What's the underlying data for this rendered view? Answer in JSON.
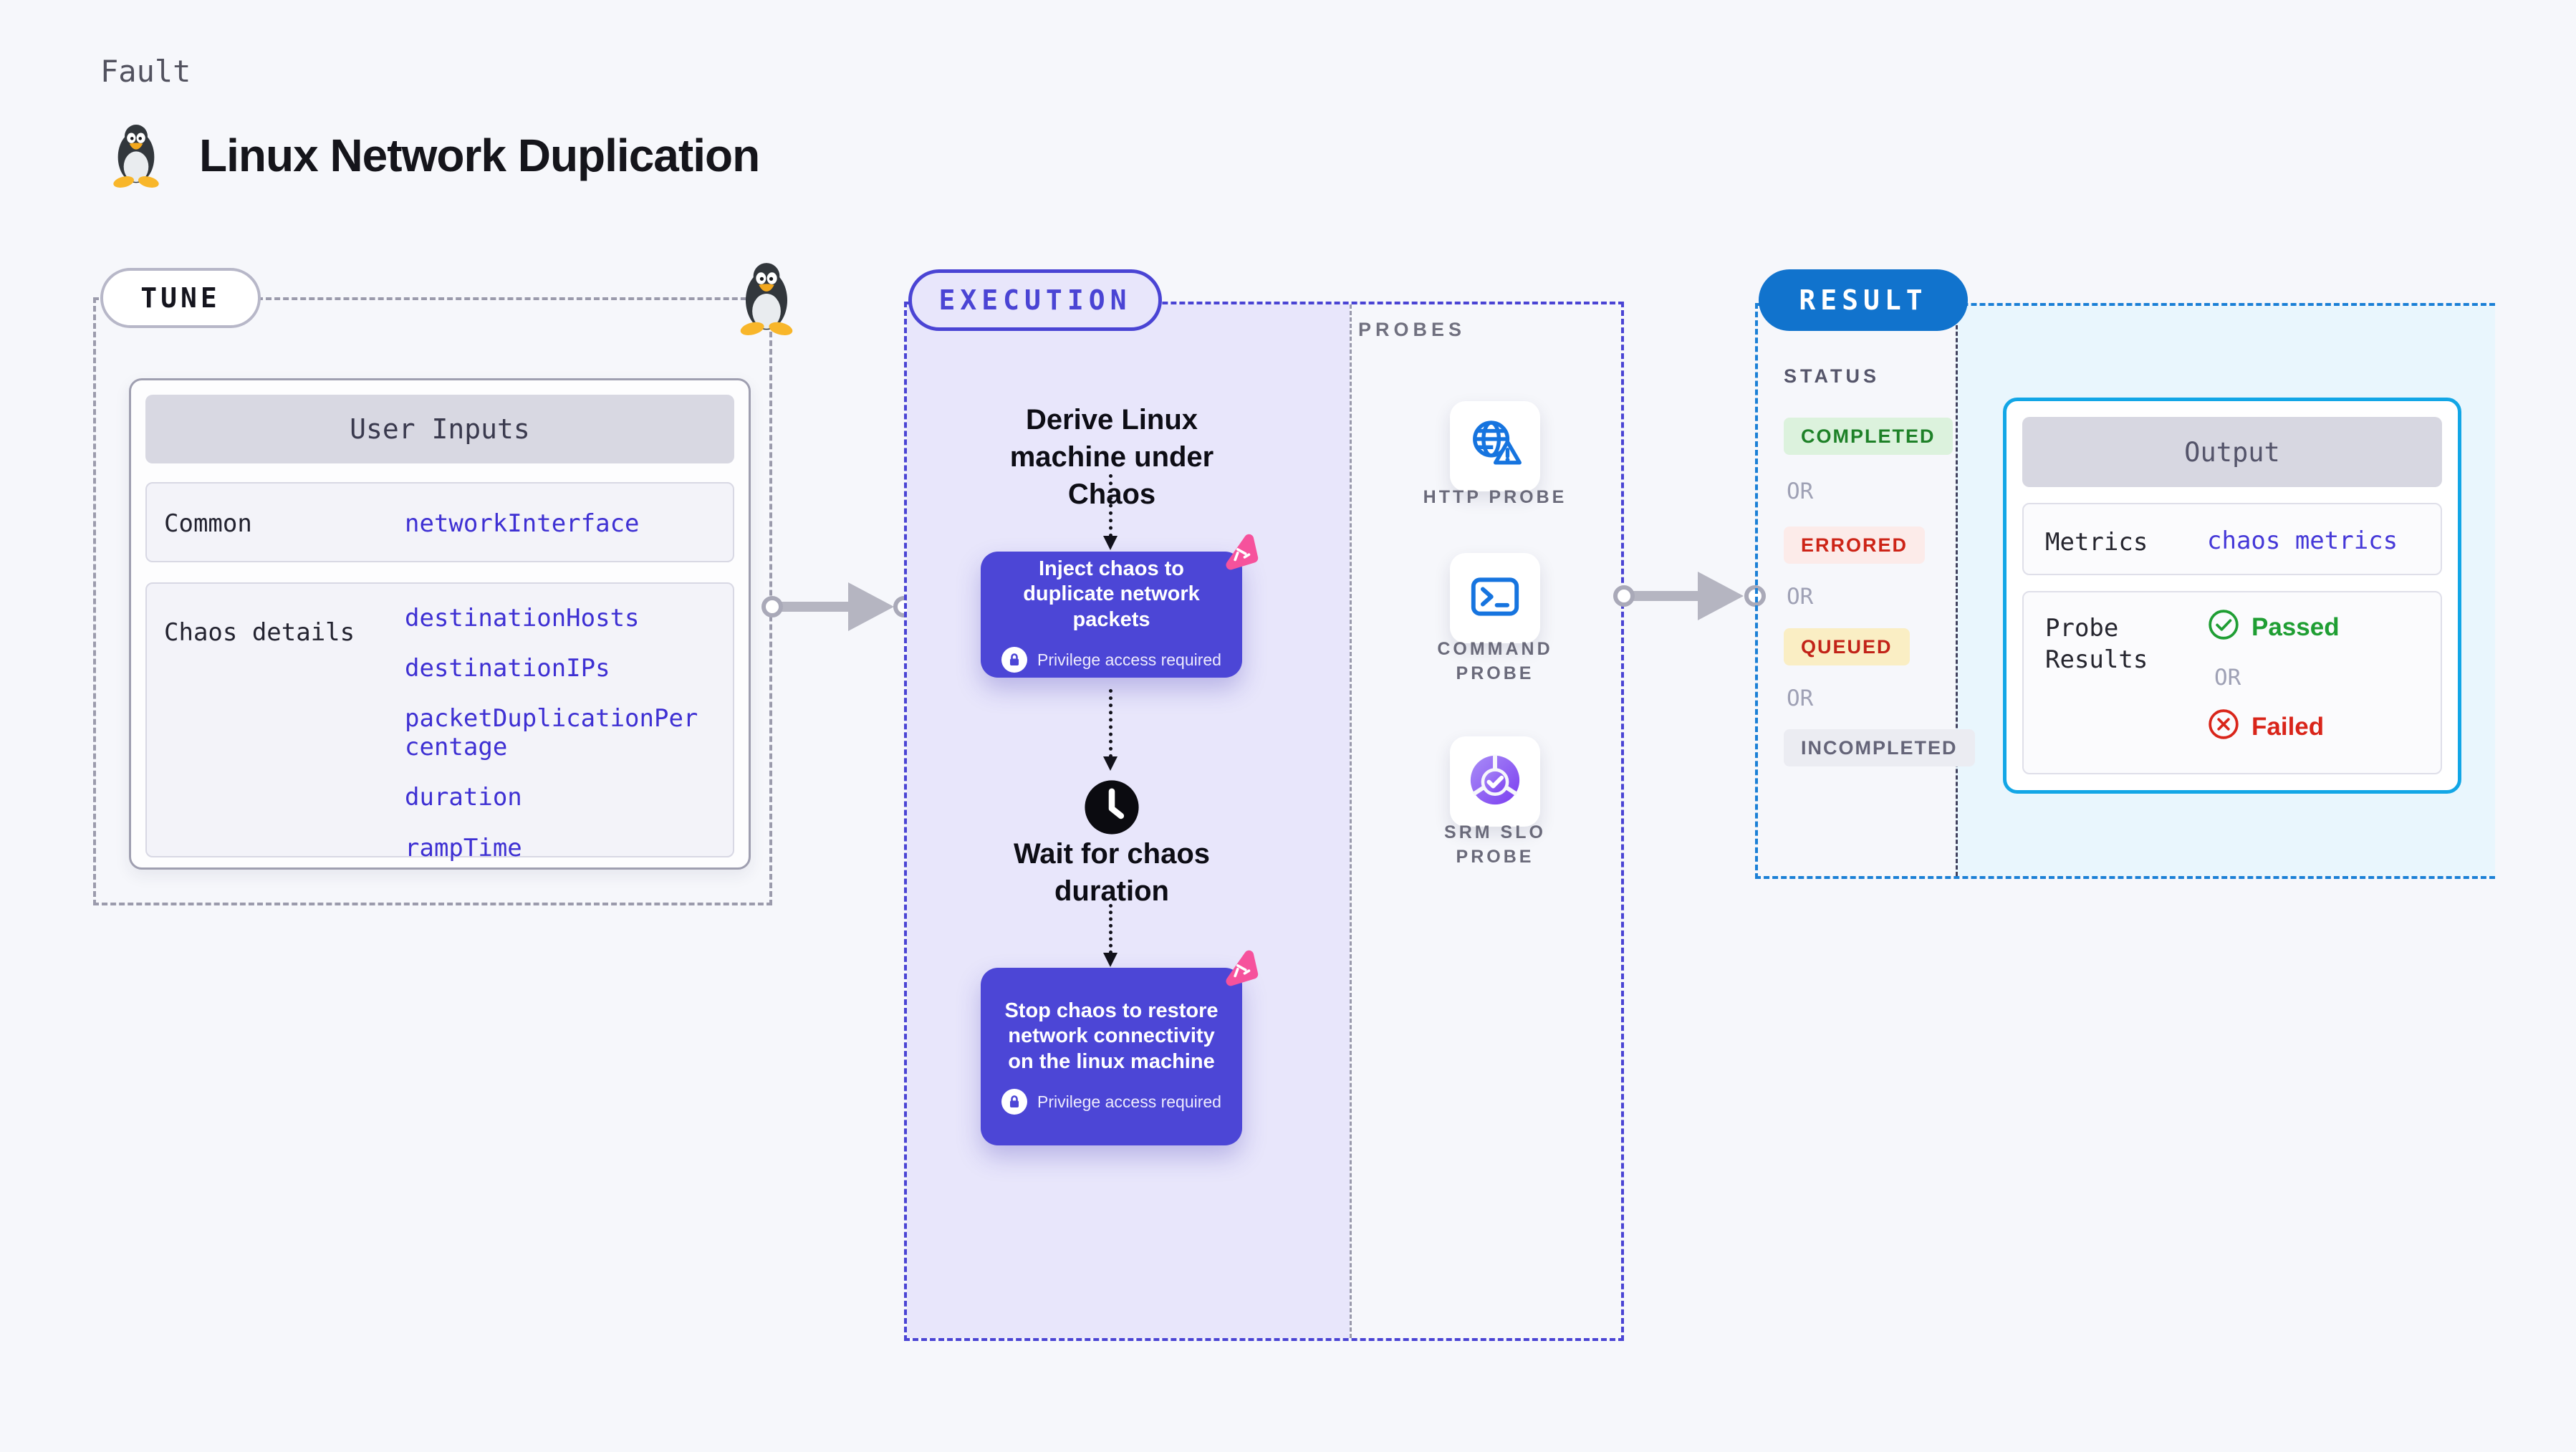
{
  "header": {
    "eyebrow": "Fault",
    "title": "Linux Network Duplication"
  },
  "tune": {
    "badge": "TUNE",
    "card_title": "User Inputs",
    "rows": [
      {
        "label": "Common",
        "values": [
          "networkInterface"
        ]
      },
      {
        "label": "Chaos details",
        "values": [
          "destinationHosts",
          "destinationIPs",
          "packetDuplicationPercentage",
          "duration",
          "rampTime"
        ]
      }
    ]
  },
  "execution": {
    "badge": "EXECUTION",
    "step_derive": "Derive Linux machine under Chaos",
    "step_inject": "Inject chaos to duplicate network packets",
    "step_inject_note": "Privilege access required",
    "step_wait": "Wait for chaos duration",
    "step_stop": "Stop chaos to restore network connectivity on the linux machine",
    "step_stop_note": "Privilege access required"
  },
  "probes": {
    "title": "PROBES",
    "items": [
      {
        "label": "HTTP PROBE",
        "icon": "globe-warning-icon"
      },
      {
        "label": "COMMAND PROBE",
        "icon": "terminal-icon"
      },
      {
        "label": "SRM SLO PROBE",
        "icon": "slo-pie-check-icon"
      }
    ]
  },
  "result": {
    "badge": "RESULT",
    "status_title": "STATUS",
    "or_label": "OR",
    "statuses": [
      "COMPLETED",
      "ERRORED",
      "QUEUED",
      "INCOMPLETED"
    ],
    "output": {
      "title": "Output",
      "metrics_label": "Metrics",
      "metrics_value": "chaos metrics",
      "probe_results_label": "Probe Results",
      "passed_label": "Passed",
      "failed_label": "Failed",
      "or_label": "OR"
    }
  },
  "colors": {
    "indigo_accent": "#4a44d4",
    "node_fill": "#4c46d6",
    "lavender_fill": "#e8e6fb",
    "result_blue": "#1173cd",
    "result_dash": "#1b80d6",
    "output_border": "#12a6e6",
    "cyan_fill": "#e9f6fd",
    "mono_value_blue": "#3e30d3",
    "chaos_pink": "#f6529c",
    "probe_icon_blue": "#1674df",
    "passed_green": "#1f9e33",
    "failed_red": "#d9251a"
  }
}
